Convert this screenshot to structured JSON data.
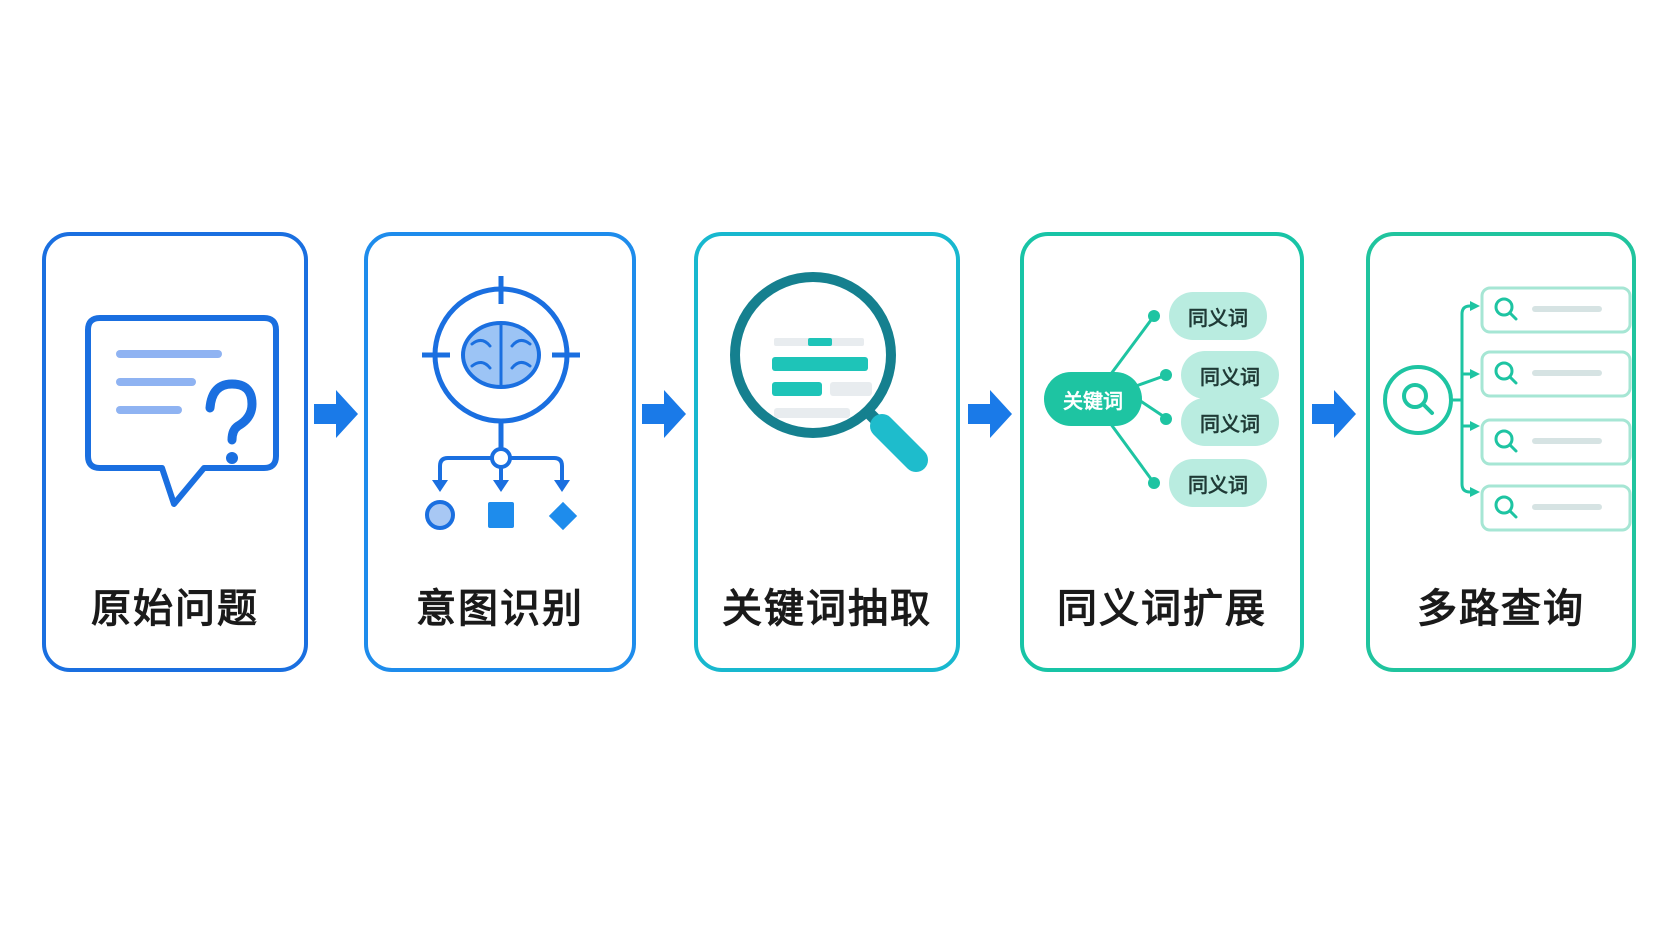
{
  "steps": [
    {
      "label": "原始问题",
      "icon": "chat-question-icon",
      "color": "#1a6fe0"
    },
    {
      "label": "意图识别",
      "icon": "brain-target-icon",
      "color": "#1e8cec"
    },
    {
      "label": "关键词抽取",
      "icon": "magnifier-icon",
      "color": "#18b8cf"
    },
    {
      "label": "同义词扩展",
      "icon": "synonym-tree-icon",
      "color": "#18c4a6"
    },
    {
      "label": "多路查询",
      "icon": "multi-search-icon",
      "color": "#20c49e"
    }
  ],
  "keyword_chip": "关键词",
  "synonym_chips": [
    "同义词",
    "同义词",
    "同义词",
    "同义词"
  ],
  "arrow_color": "#1a7ae8"
}
